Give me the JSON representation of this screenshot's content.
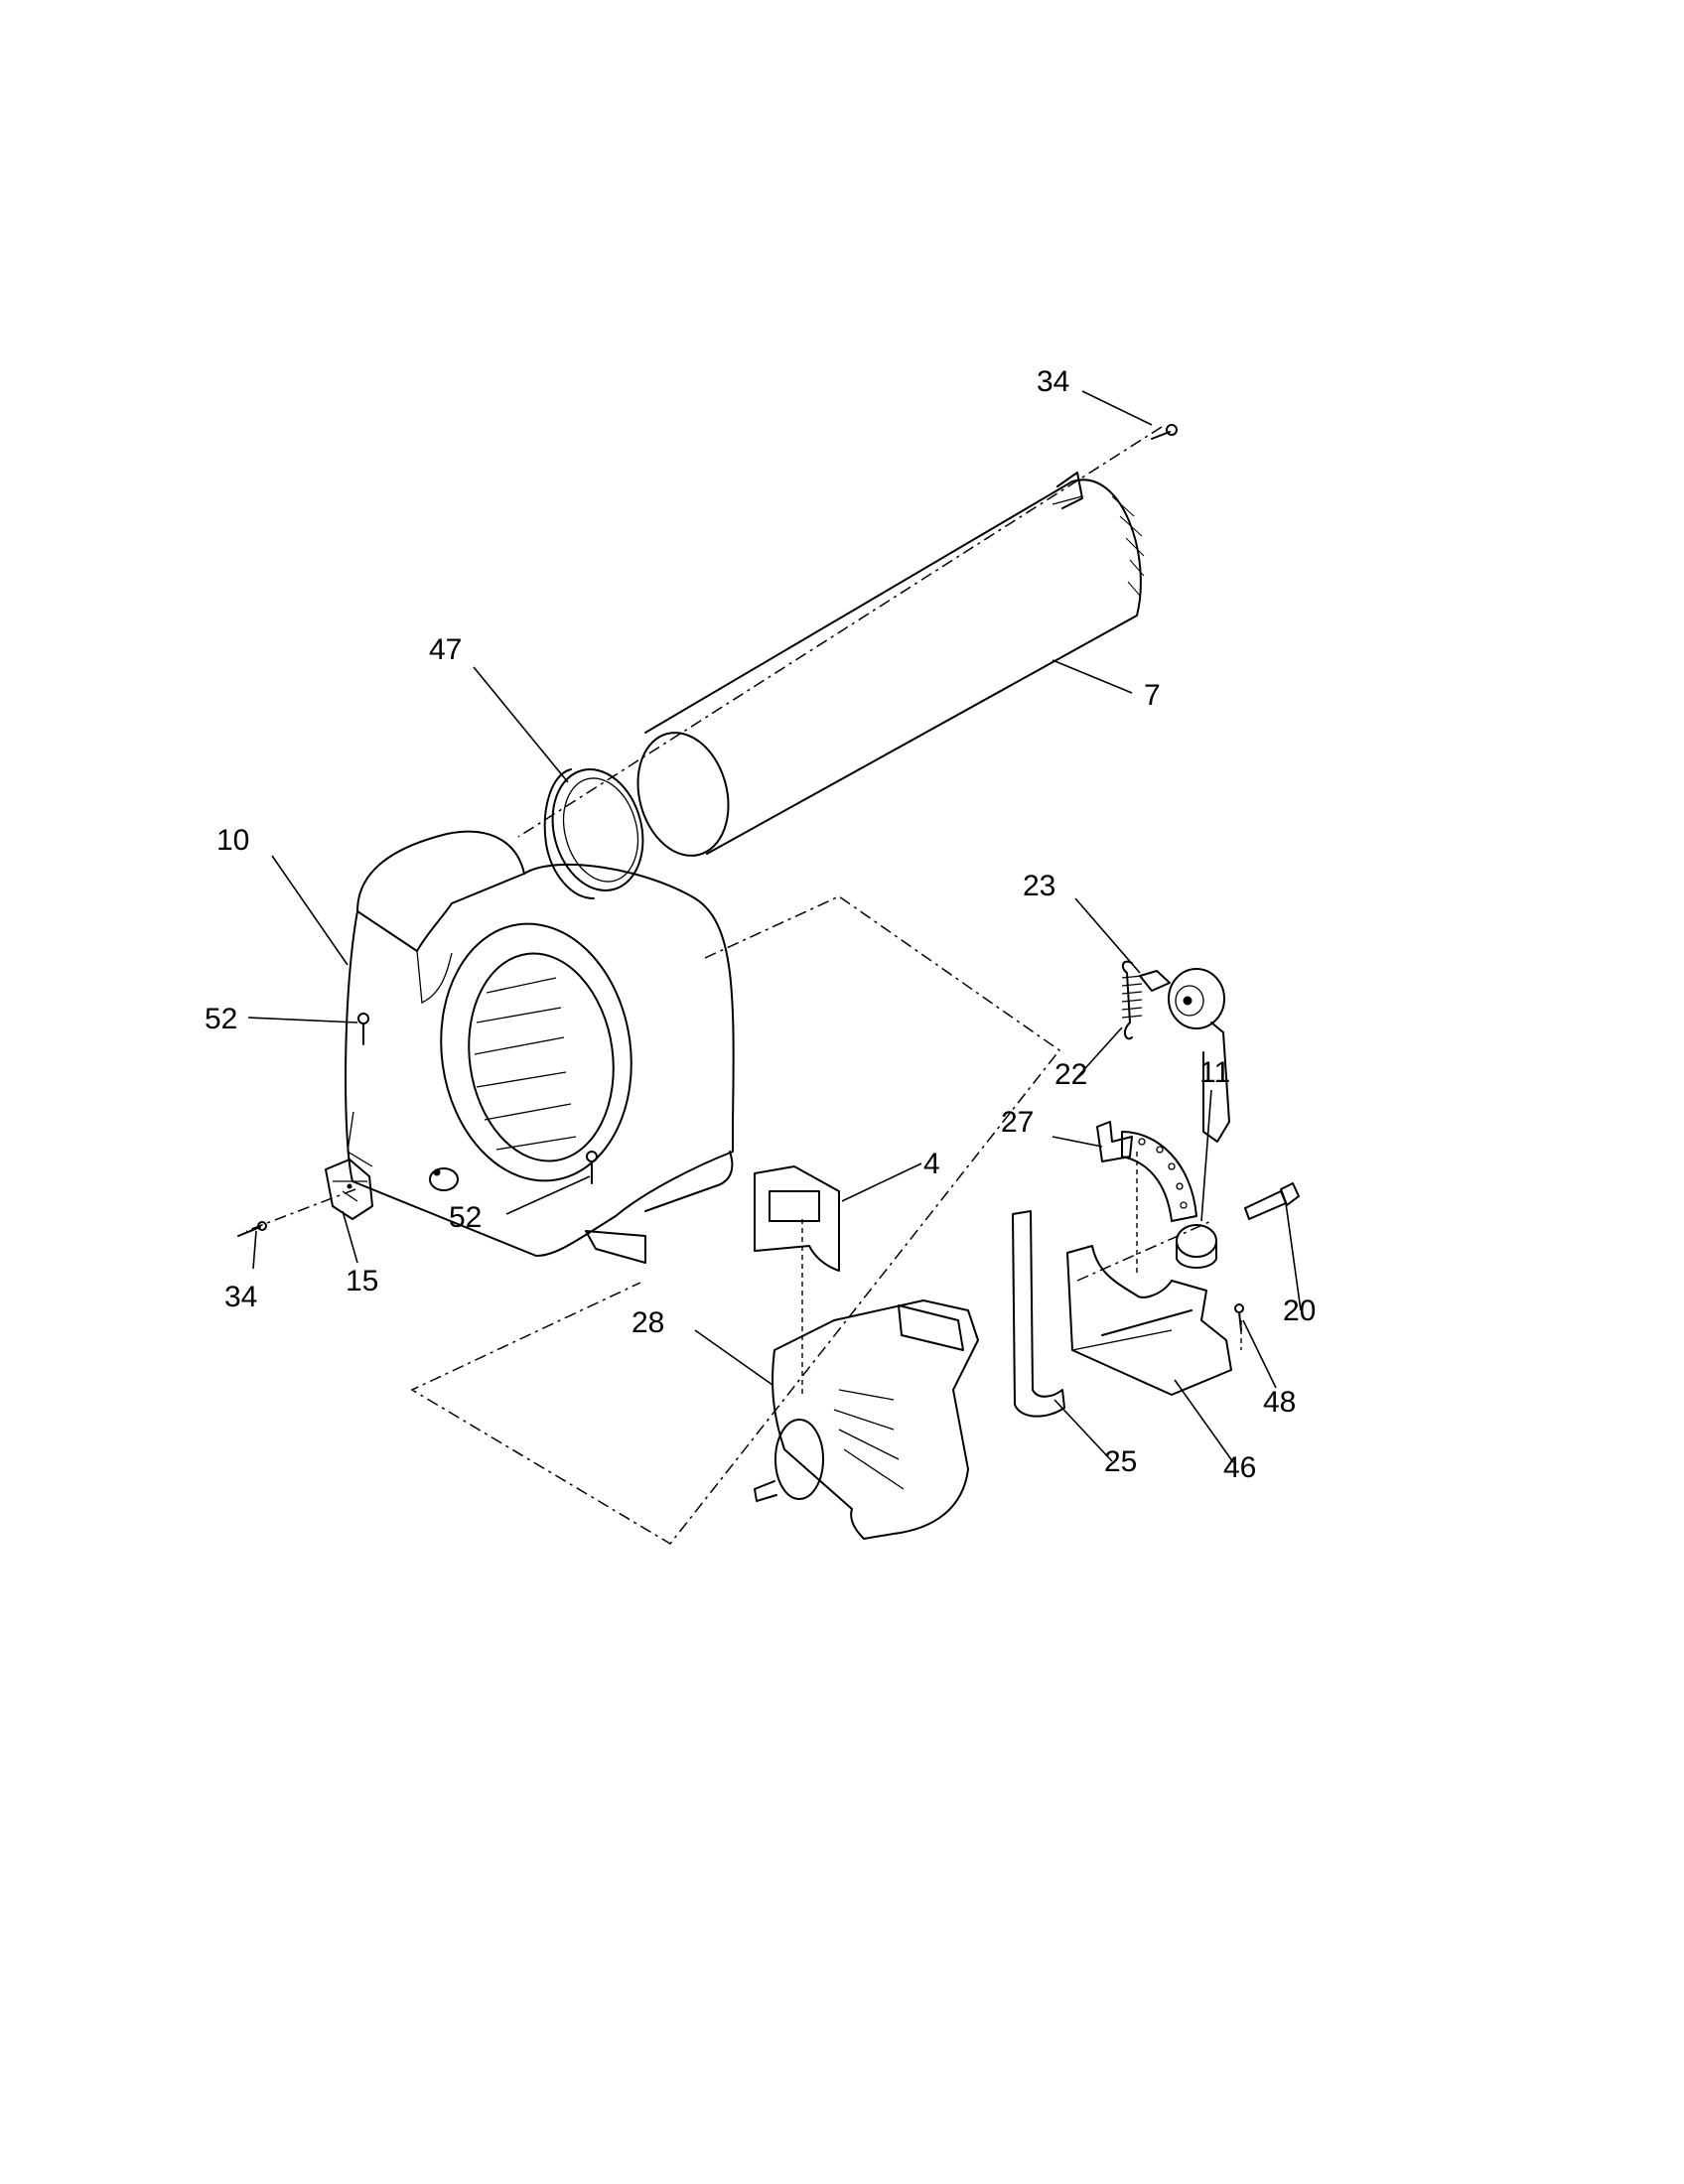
{
  "callouts": [
    {
      "id": "c-34-top",
      "label": "34"
    },
    {
      "id": "c-7",
      "label": "7"
    },
    {
      "id": "c-47",
      "label": "47"
    },
    {
      "id": "c-10",
      "label": "10"
    },
    {
      "id": "c-52-left",
      "label": "52"
    },
    {
      "id": "c-52-bottom",
      "label": "52"
    },
    {
      "id": "c-34-bottom",
      "label": "34"
    },
    {
      "id": "c-15",
      "label": "15"
    },
    {
      "id": "c-23",
      "label": "23"
    },
    {
      "id": "c-22",
      "label": "22"
    },
    {
      "id": "c-27",
      "label": "27"
    },
    {
      "id": "c-11",
      "label": "11"
    },
    {
      "id": "c-4",
      "label": "4"
    },
    {
      "id": "c-20",
      "label": "20"
    },
    {
      "id": "c-28",
      "label": "28"
    },
    {
      "id": "c-48",
      "label": "48"
    },
    {
      "id": "c-25",
      "label": "25"
    },
    {
      "id": "c-46",
      "label": "46"
    }
  ]
}
